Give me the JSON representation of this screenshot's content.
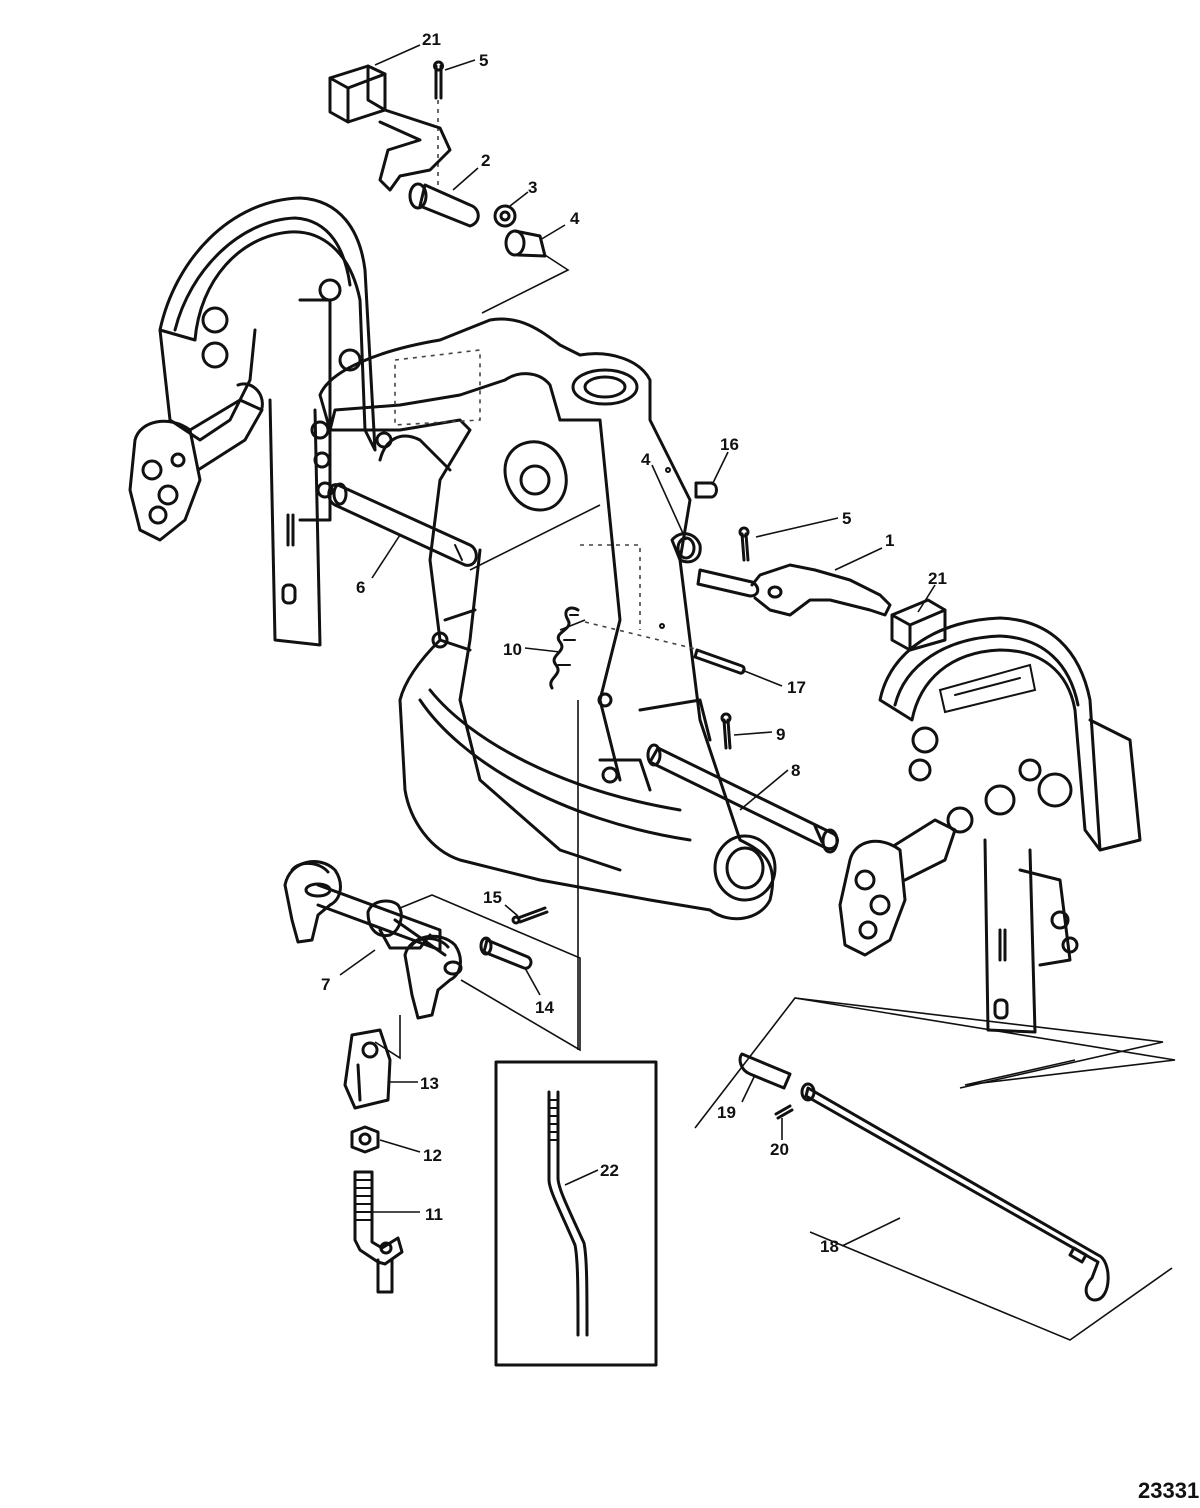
{
  "callouts": [
    {
      "id": "21",
      "label": "21"
    },
    {
      "id": "5",
      "label": "5"
    },
    {
      "id": "2",
      "label": "2"
    },
    {
      "id": "3",
      "label": "3"
    },
    {
      "id": "4",
      "label": "4"
    },
    {
      "id": "16",
      "label": "16"
    },
    {
      "id": "5b",
      "label": "5"
    },
    {
      "id": "1",
      "label": "1"
    },
    {
      "id": "21b",
      "label": "21"
    },
    {
      "id": "4b",
      "label": "4"
    },
    {
      "id": "6",
      "label": "6"
    },
    {
      "id": "10",
      "label": "10"
    },
    {
      "id": "17",
      "label": "17"
    },
    {
      "id": "9",
      "label": "9"
    },
    {
      "id": "8",
      "label": "8"
    },
    {
      "id": "15",
      "label": "15"
    },
    {
      "id": "7",
      "label": "7"
    },
    {
      "id": "14",
      "label": "14"
    },
    {
      "id": "13",
      "label": "13"
    },
    {
      "id": "12",
      "label": "12"
    },
    {
      "id": "11",
      "label": "11"
    },
    {
      "id": "22",
      "label": "22"
    },
    {
      "id": "19",
      "label": "19"
    },
    {
      "id": "20",
      "label": "20"
    },
    {
      "id": "18",
      "label": "18"
    }
  ],
  "reference_number": "23331"
}
